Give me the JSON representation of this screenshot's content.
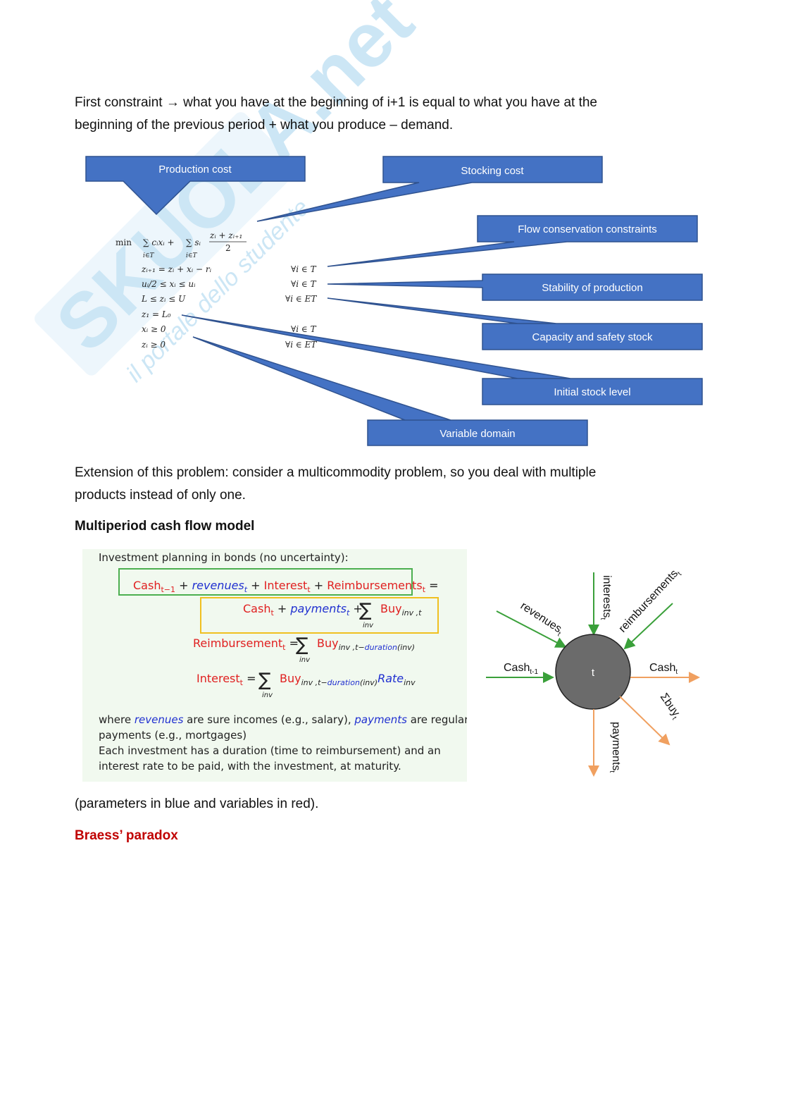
{
  "watermark": {
    "brand": "SKUOLA.net",
    "tagline": "il portale dello studente"
  },
  "intro": {
    "line1_prefix": "First constraint",
    "arrow": "→",
    "line1_rest": " what you have at the beginning of i+1 is equal to what you have at the",
    "line2": "beginning of the previous period + what you produce – demand."
  },
  "model_diagram": {
    "callouts": {
      "production_cost": "Production cost",
      "stocking_cost": "Stocking cost",
      "flow_conservation": "Flow conservation constraints",
      "stability": "Stability of production",
      "capacity": "Capacity and safety stock",
      "initial_stock": "Initial stock level",
      "variable_domain": "Variable domain"
    },
    "formula": {
      "min": "min",
      "objective_a": "∑ cᵢxᵢ +",
      "objective_b": "∑ sᵢ",
      "frac_num": "zᵢ + zᵢ₊₁",
      "frac_den": "2",
      "under_a": "i∈T",
      "under_b": "i∈T",
      "c1": "zᵢ₊₁ = zᵢ + xᵢ − rᵢ",
      "c2": "uᵢ/2 ≤ xᵢ ≤ uᵢ",
      "c3": "L ≤ zᵢ ≤ U",
      "c4": "z₁ = L₀",
      "c5": "xᵢ ≥ 0",
      "c6": "zᵢ ≥ 0",
      "q1": "∀i ∈ T",
      "q2": "∀i ∈ T",
      "q3": "∀i ∈ ET",
      "q5": "∀i ∈ T",
      "q6": "∀i ∈ ET"
    }
  },
  "extension": {
    "line1": "Extension of this problem: consider a multicommodity problem, so you deal with multiple",
    "line2": "products instead of only one."
  },
  "cashflow": {
    "heading": "Multiperiod cash flow model",
    "panel_title": "Investment planning in bonds (no uncertainty):",
    "eq1": {
      "cash": "Cash",
      "cash_sub": "t−1",
      "plus1": " + ",
      "revenues": "revenues",
      "revenues_sub": "t",
      "plus2": " + ",
      "interest": "Interest",
      "interest_sub": "t",
      "plus3": " + ",
      "reimb": "Reimbursements",
      "reimb_sub": "t",
      "eq": " ="
    },
    "eq2": {
      "cash": "Cash",
      "cash_sub": "t",
      "plus1": " + ",
      "payments": "payments",
      "payments_sub": "t",
      "plus2": " + ",
      "sigma": "∑",
      "under": "inv",
      "buy": "Buy",
      "buy_sub": "inv ,t"
    },
    "eq3": {
      "lhs": "Reimbursement",
      "lhs_sub": "t",
      "eq": " = ",
      "sigma": "∑",
      "under": "inv",
      "buy": "Buy",
      "buy_sub_a": "inv ,t−",
      "buy_sub_b": "duration",
      "buy_sub_c": "(inv)"
    },
    "eq4": {
      "lhs": "Interest",
      "lhs_sub": "t",
      "eq": " = ",
      "sigma": "∑",
      "under": "inv",
      "buy": "Buy",
      "buy_sub_a": "inv ,t−",
      "buy_sub_b": "duration",
      "buy_sub_c": "(inv)",
      "rate": "Rate",
      "rate_sub": "inv"
    },
    "note1_a": "where ",
    "note1_b": "revenues",
    "note1_c": " are sure incomes (e.g., salary), ",
    "note1_d": "payments",
    "note1_e": " are regular",
    "note2": "payments (e.g., mortgages)",
    "note3": "Each investment has a duration (time to reimbursement) and an",
    "note4": "interest rate to be paid, with the investment, at maturity.",
    "node": {
      "center": "t",
      "cash_prev": "Cash",
      "cash_prev_sub": "t-1",
      "cash_t": "Cash",
      "cash_t_sub": "t",
      "revenues": "revenues",
      "revenues_sub": "t",
      "interests": "interests",
      "interests_sub": "t",
      "reimbursements": "reimbursements",
      "reimbursements_sub": "t",
      "payments": "payments",
      "payments_sub": "t",
      "sumbuy": "Σbuy",
      "sumbuy_sub": "t"
    },
    "colors": {
      "incoming": "#3aa03a",
      "outgoing": "#f0a060",
      "node_fill": "#6b6b6b"
    }
  },
  "params_note": "(parameters in blue and variables in red).",
  "braess_heading": "Braess’ paradox"
}
